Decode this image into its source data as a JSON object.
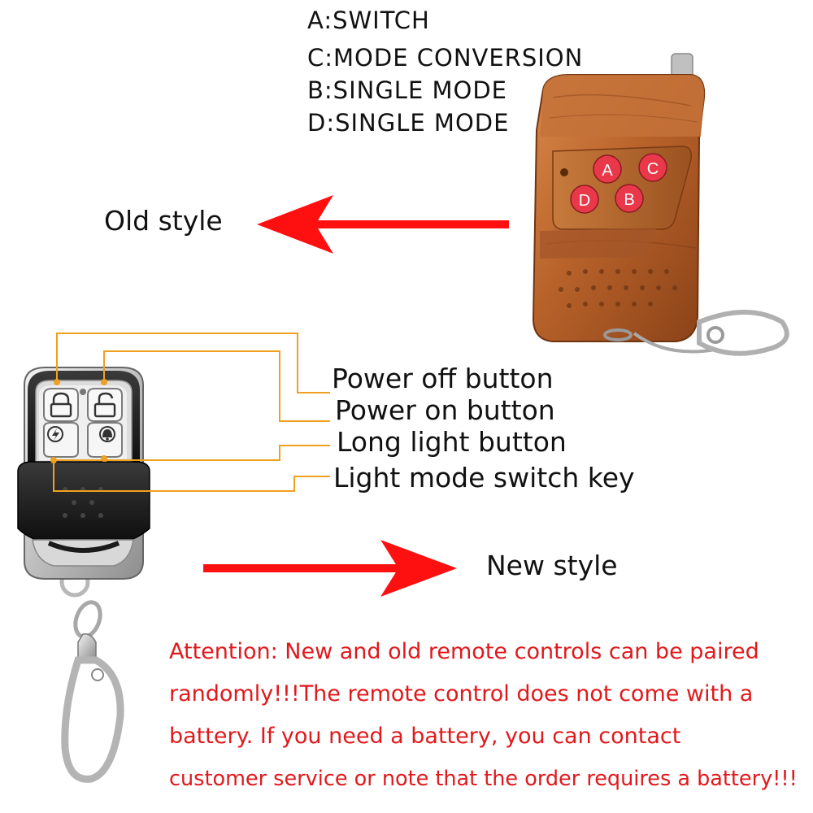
{
  "modes": {
    "line_a": "A:SWITCH",
    "line_c": "C:MODE CONVERSION",
    "line_b": "B:SINGLE MODE",
    "line_d": "D:SINGLE MODE"
  },
  "old_style": {
    "label": "Old style",
    "keys": [
      "A",
      "C",
      "D",
      "B"
    ]
  },
  "new_style": {
    "label": "New style",
    "buttons": [
      "Power off button",
      "Power on button",
      "Long light button",
      "Light mode switch key"
    ]
  },
  "attention": {
    "lines": [
      "Attention: New and old remote controls can be paired",
      "randomly!!!The remote control does not come with a",
      "battery. If you need a battery, you can contact",
      "customer service or note that the order requires a battery!!!"
    ]
  },
  "colors": {
    "arrow": "#ff1010",
    "leader": "#f0a020",
    "attention_text": "#e0191c",
    "old_key": "#e8384a",
    "old_body": "#b8622a"
  },
  "icons": [
    "lock-closed-icon",
    "lock-open-icon",
    "lightning-icon",
    "bell-icon"
  ]
}
